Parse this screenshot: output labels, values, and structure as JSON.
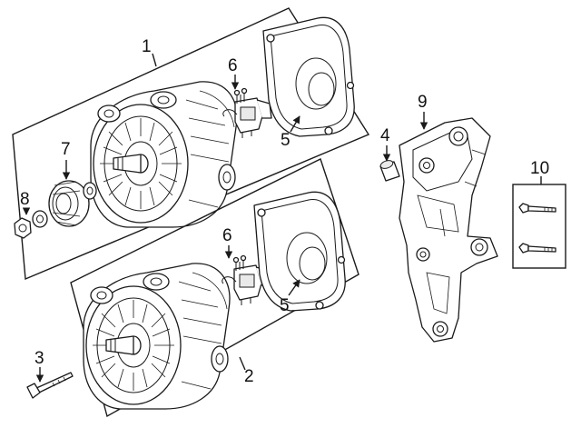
{
  "callouts": {
    "c1": "1",
    "c2": "2",
    "c3": "3",
    "c4": "4",
    "c5a": "5",
    "c5b": "5",
    "c6a": "6",
    "c6b": "6",
    "c7": "7",
    "c8": "8",
    "c9": "9",
    "c10": "10"
  }
}
